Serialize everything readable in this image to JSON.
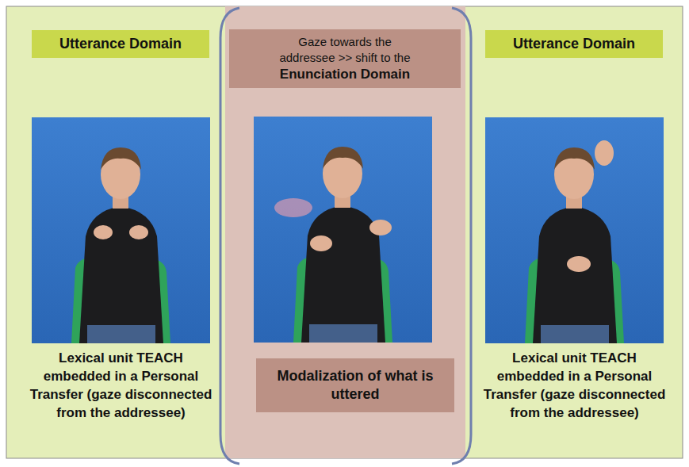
{
  "diagram": {
    "nodes": [
      {
        "text": [
          "Utterance Domain"
        ]
      },
      {
        "text": [
          "Gaze towards the addressee >> shift to the",
          "Enunciation Domain"
        ]
      },
      {
        "text": [
          "Modalization of what is uttered"
        ]
      },
      {
        "text": [
          "Utterance Domain"
        ]
      }
    ],
    "labels": [
      "Lexical unit TEACH embedded in a Personal Transfer (gaze disconnected from the addressee)",
      "Lexical unit TEACH embedded in a Personal Transfer (gaze disconnected from the addressee)"
    ]
  }
}
